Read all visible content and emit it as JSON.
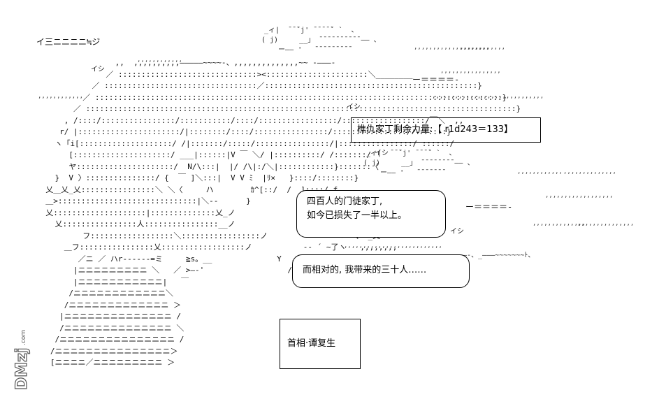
{
  "aa_art": {
    "top_left_text": "イ三ニニニニ≒ジ",
    "cloud1_line1": "_ィ|  ̄ ̄ ̄`j' ̄ ̄ ̄ ̄ ̄` `  、",
    "cloud1_line2": "( j)     __」 ̄ ̄ ̄ ̄ ̄ ̄ ̄ ̄ ̄ ̄ ―― 、",
    "cloud1_line3": "   ー―― '   ̄ ̄ ̄ ̄ ̄ ̄ ̄ ̄ ̄",
    "dash_top": "ー＝＝＝＝-",
    "dash_mid": "ー＝＝＝＝-",
    "cloud2_line1": "_ィ|  ̄ ̄ ̄`j' ̄ ̄ ̄ ̄` `  、",
    "cloud2_line2": "( j)     __」 ̄ ̄ ̄ ̄ ̄ ̄ ̄ ̄ ―― 、",
    "cloud2_line3": "   ー―― '   ̄ ̄ ̄ ̄ ̄ ̄ ̄",
    "ii1": "イシ",
    "ii2": "イシ",
    "ii3": "イシ",
    "ii4": "イシ",
    "figure_lines": [
      "                 ,,  ,,,,,,,,,,―――――~~~~-、,,,,,,,,,,,,,,~~ ‐―――-",
      "               ／ ::::::::::::::::::::::::::::::><::::::::::::::::::::::＼________",
      "            ／ :::::::::::::::::::::::::::::::::／::::::::::::::::::::::::::::::::::::::::::::::}",
      "          ／ ::::::::::::::::::::::::::::::::::::::::::::::::::::::::::::::::::::::::::::::::::::::::}",
      "        ／ :::::::::::::::::::::::::::::::::::::::::::::::::::::::::::::::::::::::::::::::::::::::::::::}",
      "      , /::::/::::::::::::::::/:::::::::::/::::/:::::::::::::::::/::::::::::::::::::/￣＼  ,,",
      "     r/ |::::::::::::::::::::::/|::::::::/::::/::::::::::::::::/::::::::::::::::/ハ::::::}",
      "    ヽ「i[::::::::::::::::::::/ /|:::::::/:::::/::::::::::::::::/|::::::::::::::::/ ::::::/",
      "       [:::::::::::::::::::::/ ___|::::::|V ￣ ＼/ |::::::::::/ /:::::::/",
      "       ヤ:::::::::::::::::::::/  N/\\:::|  |/ /\\|:/＼|::::::::::::}:::::::〈",
      "    }  V 〉:::::::::::::::/ {  ￣ ]＼:::|  V V ﾐ  |ﾘ×   }::::/::::::::}",
      "  乂＿乂_乂::::::::::::::::＼ ＼〈     ハ        ｶ^[::/  /  ]::::/ f",
      "  ＿>::::::::::::::::::::::::::::::|＼--      }              ／ V  / / /",
      "  乂::::::::::::::::::::|::::::::::::::乂_ノ                    V",
      "    乂::::::::::::::::人::::::::::::::::__ノ               __",
      "          フ::::::::::::::::::＼:::::::::::::::::ノ            --  > -、 _乂",
      "      ＿フ::::::::::::::::乂::::::::::::::::::ノ           -- ´ ~了ヽ   ,,,,,,,,",
      "         ／ニ ／ ハr------=ミ     ≧s。__              Y  .j  `   f",
      "        |ニニニニニニニニニ ＼   ／ >―‐'                  /_r―-'~~~~~~",
      "        |ニニニニニニニニニニニ|   ￣",
      "       /ニニニニニニニニニニニニ＼",
      "      /ニニニニニニニニニニニニニ ＞",
      "     |ニニニニニニニニニニニニニニ /",
      "     /ニニニニニニニニニニニニニニ ＼",
      "    /ニニニニニニニニニニニニニニニ /",
      "   /ニニニニニニニニニニニニニニニ＞",
      "   [ニニニニ／ニニニニニニニニニ ＞"
    ],
    "speedlines": [
      ",,,,,,,,,,,,,,,,,,,,",
      ",,,,,,,,,,,,",
      ",,,,,,,,,,,,,,,,",
      ",,,,,,,,,,,,,",
      ",,,,,,,,,,,,,,,,,",
      ",,,,,,,,,,,,",
      ",,,,,,,,,,,,,,",
      ",,,,,,,,,,,,,,,,,,",
      ",,,,,,,,,,,,,,",
      ",,,,,,,,,,,,,,,"
    ],
    "tail_right": "―-、_―――~~~~~~~ﾄ、",
    "tail_dots": ",,,,,,,,,,,,,,,,,,,,,,,,,,"
  },
  "status_box": {
    "text": "樵仇家丁剩余力量:【 r1d243＝133】"
  },
  "bubble1": {
    "line1": "四百人的门徒家丁,",
    "line2": "如今已损失了一半以上。"
  },
  "bubble2": {
    "line1": "而相对的, 我带来的三十人……"
  },
  "caption_box": {
    "text": "首相·谭复生"
  },
  "watermark": {
    "text": "DMzj.com"
  }
}
